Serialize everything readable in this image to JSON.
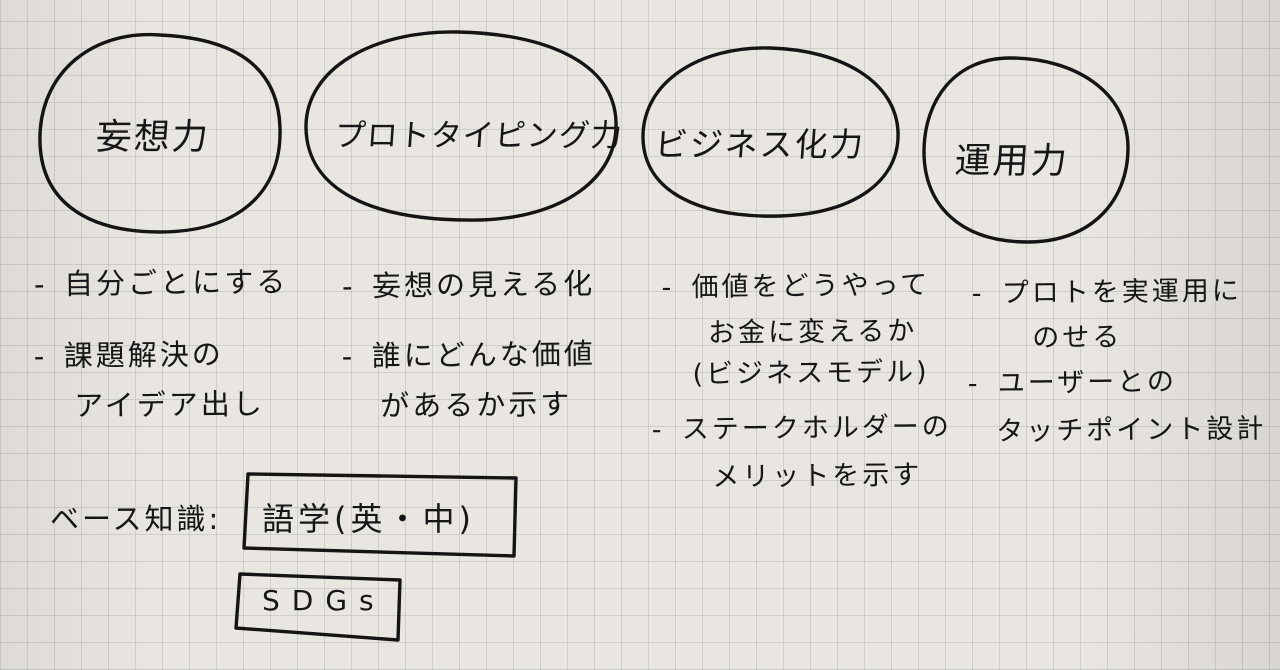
{
  "skills": [
    {
      "label": "妄想力",
      "notes": [
        [
          "自分ごとにする"
        ],
        [
          "課題解決の",
          "アイデア出し"
        ]
      ]
    },
    {
      "label": "プロトタイピング力",
      "notes": [
        [
          "妄想の見える化"
        ],
        [
          "誰にどんな価値",
          "があるか示す"
        ]
      ]
    },
    {
      "label": "ビジネス化力",
      "notes": [
        [
          "価値をどうやって",
          "お金に変えるか",
          "(ビジネスモデル)"
        ],
        [
          "ステークホルダーの",
          "メリットを示す"
        ]
      ]
    },
    {
      "label": "運用力",
      "notes": [
        [
          "プロトを実運用に",
          "のせる"
        ],
        [
          "ユーザーとの",
          "タッチポイント設計"
        ]
      ]
    }
  ],
  "base_knowledge": {
    "label": "ベース知識:",
    "items": [
      "語学(英・中)",
      "SDGs"
    ]
  }
}
